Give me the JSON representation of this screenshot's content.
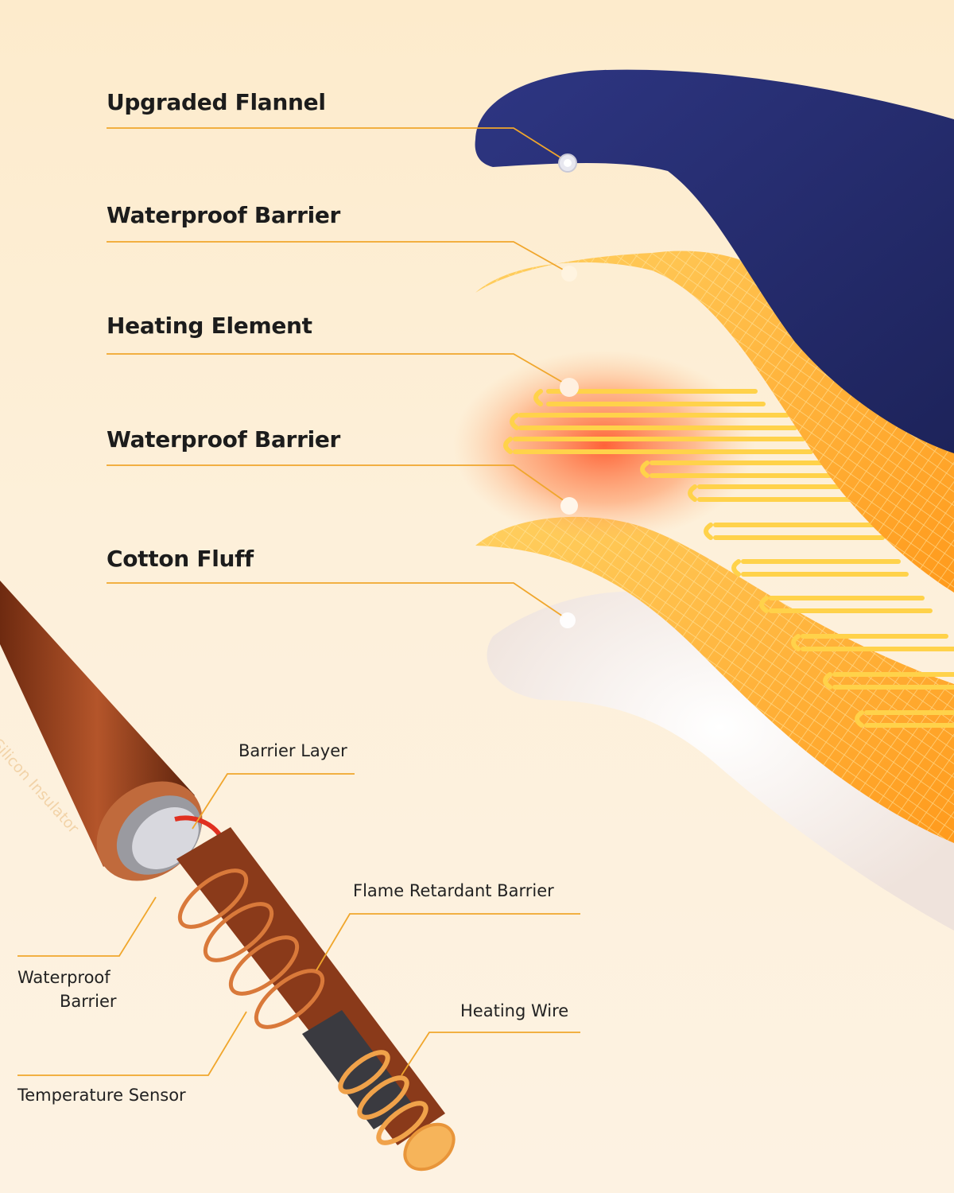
{
  "layers": [
    {
      "label": "Upgraded Flannel"
    },
    {
      "label": "Waterproof Barrier"
    },
    {
      "label": "Heating Element"
    },
    {
      "label": "Waterproof Barrier"
    },
    {
      "label": "Cotton Fluff"
    }
  ],
  "cable": {
    "silicon_insulator": "Silicon Insulator",
    "barrier_layer": "Barrier Layer",
    "flame_retardant_barrier": "Flame Retardant Barrier",
    "waterproof_barrier_line1": "Waterproof",
    "waterproof_barrier_line2": "Barrier",
    "heating_wire": "Heating Wire",
    "temperature_sensor": "Temperature Sensor"
  },
  "colors": {
    "flannel": "#262d6e",
    "barrier": "#ffb02e",
    "heating": "#ff6a1f",
    "fluff": "#f3ece6",
    "leader_line": "#f0a62c",
    "cable_copper": "#a4461f"
  }
}
